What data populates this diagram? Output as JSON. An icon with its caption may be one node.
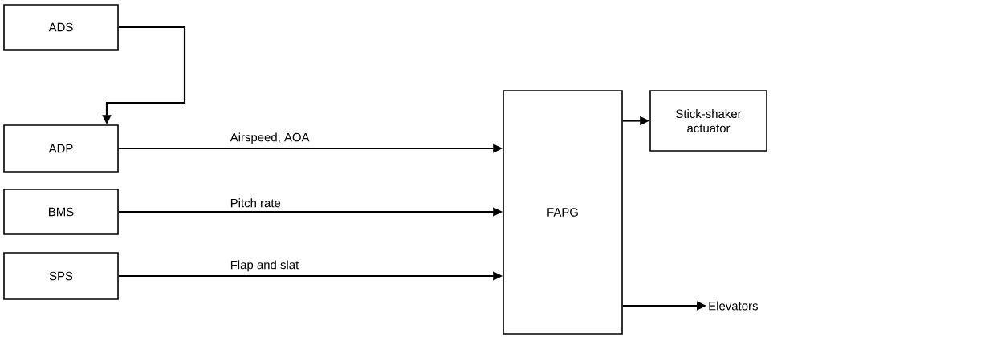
{
  "diagram": {
    "nodes": [
      {
        "text": [
          "ADS"
        ]
      },
      {
        "text": [
          "ADP"
        ]
      },
      {
        "text": [
          "BMS"
        ]
      },
      {
        "text": [
          "SPS"
        ]
      },
      {
        "text": [
          "FAPG"
        ]
      },
      {
        "text": [
          "Stick-shaker actuator"
        ]
      },
      {
        "text": [
          "Elevators"
        ]
      }
    ],
    "edges": [
      {
        "from": 0,
        "to": 1,
        "arrow": "to"
      },
      {
        "from": 1,
        "to": 4,
        "arrow": "to",
        "label": "Airspeed, AOA"
      },
      {
        "from": 2,
        "to": 4,
        "arrow": "to",
        "label": "Pitch rate"
      },
      {
        "from": 3,
        "to": 4,
        "arrow": "to",
        "label": "Flap and slat"
      },
      {
        "from": 4,
        "to": 5,
        "arrow": "to"
      },
      {
        "from": 4,
        "to": 6,
        "arrow": "to"
      }
    ]
  }
}
